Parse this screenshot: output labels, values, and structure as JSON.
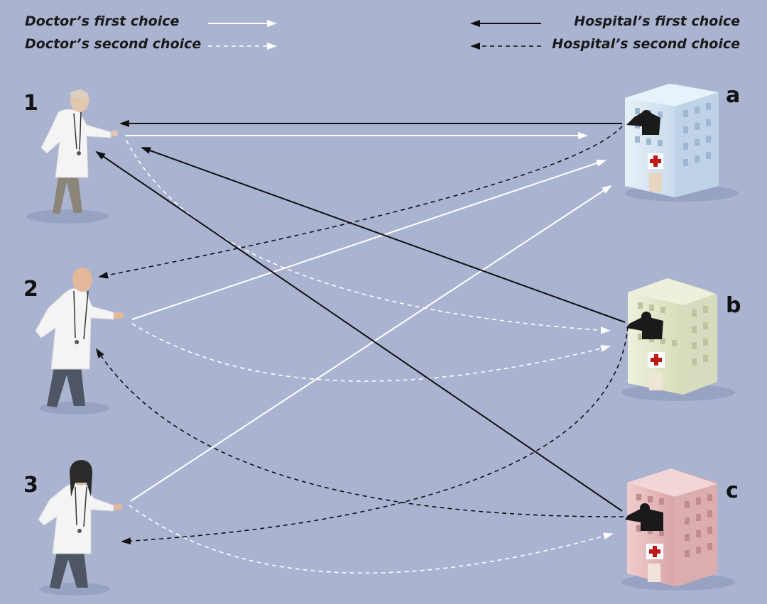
{
  "legend": {
    "doctor_first": "Doctor’s first choice",
    "doctor_second": "Doctor’s second choice",
    "hospital_first": "Hospital’s first choice",
    "hospital_second": "Hospital’s second choice"
  },
  "doctors": [
    {
      "id": "1",
      "label": "1"
    },
    {
      "id": "2",
      "label": "2"
    },
    {
      "id": "3",
      "label": "3"
    }
  ],
  "hospitals": [
    {
      "id": "a",
      "label": "a",
      "color": "#d8e6f2"
    },
    {
      "id": "b",
      "label": "b",
      "color": "#e3e8cc"
    },
    {
      "id": "c",
      "label": "c",
      "color": "#e6bcbd"
    }
  ],
  "preferences": {
    "doctor_first": [
      [
        "1",
        "a"
      ],
      [
        "2",
        "a"
      ],
      [
        "3",
        "a"
      ]
    ],
    "doctor_second": [
      [
        "1",
        "b"
      ],
      [
        "2",
        "b"
      ],
      [
        "3",
        "c"
      ]
    ],
    "hospital_first": [
      [
        "a",
        "1"
      ],
      [
        "b",
        "1"
      ],
      [
        "c",
        "1"
      ]
    ],
    "hospital_second": [
      [
        "a",
        "2"
      ],
      [
        "b",
        "3"
      ],
      [
        "c",
        "2"
      ]
    ]
  },
  "colors": {
    "background": "#aab4d1",
    "doctor_arrow": "#ffffff",
    "hospital_arrow": "#111111"
  }
}
